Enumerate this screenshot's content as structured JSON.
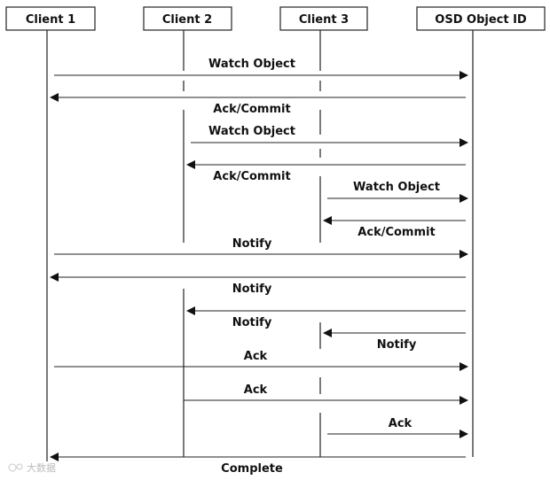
{
  "participants": [
    {
      "id": "c1",
      "label": "Client 1"
    },
    {
      "id": "c2",
      "label": "Client 2"
    },
    {
      "id": "c3",
      "label": "Client 3"
    },
    {
      "id": "osd",
      "label": "OSD Object ID"
    }
  ],
  "messages": [
    {
      "label": "Watch Object",
      "from": "c1",
      "to": "osd"
    },
    {
      "label": "Ack/Commit",
      "from": "osd",
      "to": "c1"
    },
    {
      "label": "Watch Object",
      "from": "c2",
      "to": "osd"
    },
    {
      "label": "Ack/Commit",
      "from": "osd",
      "to": "c2"
    },
    {
      "label": "Watch Object",
      "from": "c3",
      "to": "osd"
    },
    {
      "label": "Ack/Commit",
      "from": "osd",
      "to": "c3"
    },
    {
      "label": "Notify",
      "from": "c1",
      "to": "osd"
    },
    {
      "label": "Notify",
      "from": "osd",
      "to": "c1"
    },
    {
      "label": "Notify",
      "from": "osd",
      "to": "c2"
    },
    {
      "label": "Notify",
      "from": "osd",
      "to": "c3"
    },
    {
      "label": "Ack",
      "from": "c1",
      "to": "osd"
    },
    {
      "label": "Ack",
      "from": "c2",
      "to": "osd"
    },
    {
      "label": "Ack",
      "from": "c3",
      "to": "osd"
    },
    {
      "label": "Complete",
      "from": "osd",
      "to": "c1"
    }
  ],
  "watermark": {
    "text": "大数据"
  }
}
